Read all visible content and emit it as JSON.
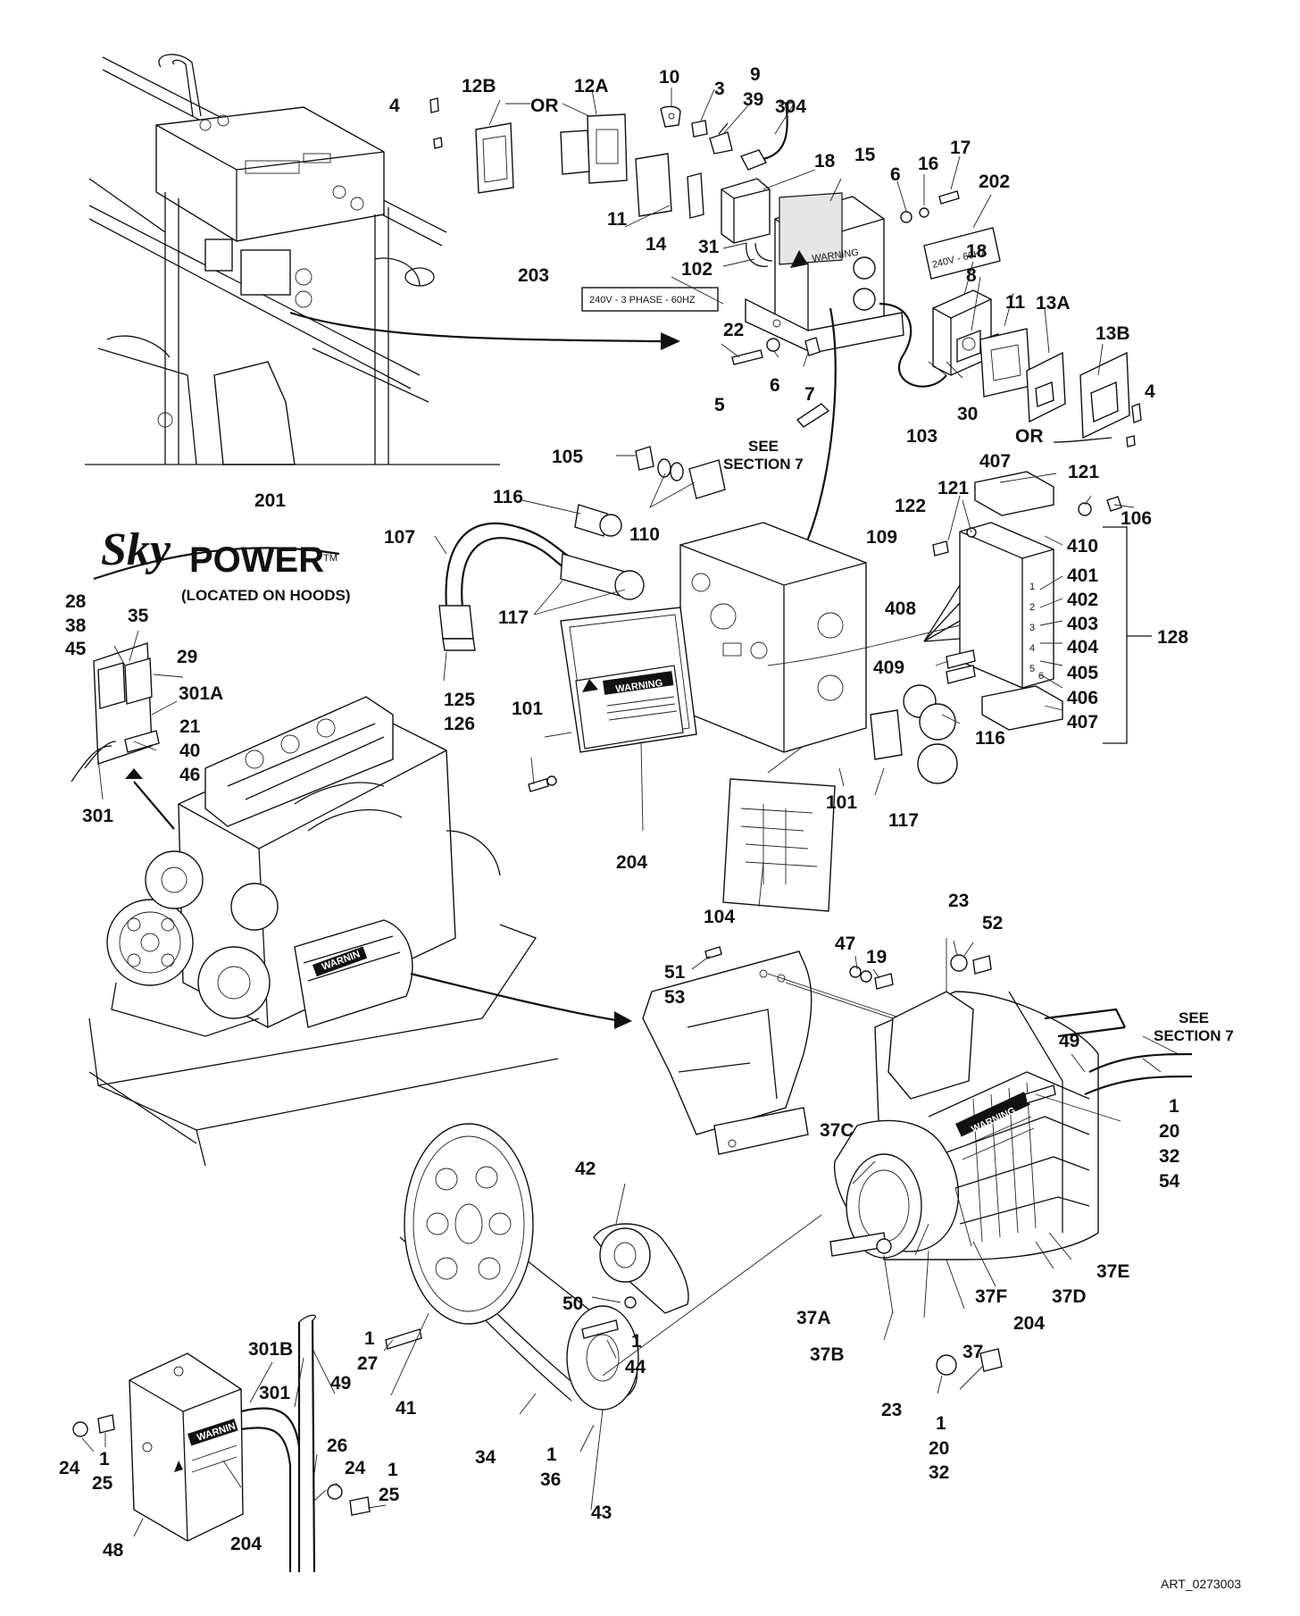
{
  "callouts": {
    "c4a": "4",
    "c12b": "12B",
    "or1": "OR",
    "c12a": "12A",
    "c10": "10",
    "c3": "3",
    "c9": "9",
    "c39": "39",
    "c304": "304",
    "c18a": "18",
    "c15": "15",
    "c6a": "6",
    "c16": "16",
    "c17": "17",
    "c202": "202",
    "c11a": "11",
    "c14": "14",
    "c31": "31",
    "c102": "102",
    "c203": "203",
    "c18b": "18",
    "c8": "8",
    "c11b": "11",
    "c13a": "13A",
    "c13b": "13B",
    "c22": "22",
    "c5": "5",
    "c6b": "6",
    "c7": "7",
    "c30": "30",
    "c103": "103",
    "or2": "OR",
    "c4b": "4",
    "see1": "SEE",
    "sec1": "SECTION 7",
    "c105": "105",
    "c110": "110",
    "c116a": "116",
    "c107": "107",
    "c117a": "117",
    "c201": "201",
    "c407a": "407",
    "c121a": "121",
    "c106": "106",
    "c122": "122",
    "c121b": "121",
    "c109": "109",
    "c410": "410",
    "c401": "401",
    "c402": "402",
    "c403": "403",
    "c404": "404",
    "c128": "128",
    "c408": "408",
    "c405": "405",
    "c409": "409",
    "c406": "406",
    "c407b": "407",
    "c28": "28",
    "c38": "38",
    "c45": "45",
    "c35": "35",
    "c29": "29",
    "c301a": "301A",
    "c21": "21",
    "c40": "40",
    "c46": "46",
    "c301": "301",
    "c125": "125",
    "c126": "126",
    "c101a": "101",
    "c116b": "116",
    "c101b": "101",
    "c117b": "117",
    "c204a": "204",
    "c104": "104",
    "c23a": "23",
    "c52": "52",
    "c47": "47",
    "c19": "19",
    "c51": "51",
    "c53": "53",
    "see2": "SEE",
    "sec2": "SECTION 7",
    "c49a": "49",
    "c1a": "1",
    "c20a": "20",
    "c32a": "32",
    "c54": "54",
    "c37c": "37C",
    "c42": "42",
    "c37e": "37E",
    "c37f": "37F",
    "c37d": "37D",
    "c204b": "204",
    "c50": "50",
    "c1b": "1",
    "c27": "27",
    "c1c": "1",
    "c44": "44",
    "c37a": "37A",
    "c37": "37",
    "c37b": "37B",
    "c301b": "301B",
    "c301c": "301",
    "c49b": "49",
    "c41": "41",
    "c23b": "23",
    "c1d": "1",
    "c20b": "20",
    "c32b": "32",
    "c24a": "24",
    "c1e": "1",
    "c25a": "25",
    "c26": "26",
    "c24b": "24",
    "c1f": "1",
    "c25b": "25",
    "c34": "34",
    "c1g": "1",
    "c36": "36",
    "c43": "43",
    "c48": "48",
    "c204c": "204"
  },
  "labels": {
    "voltage_1ph": "240V - 60HZ",
    "voltage_3ph": "240V - 3 PHASE - 60HZ",
    "warning": "WARNING",
    "warning_trunc": "WARNIN",
    "logo_sky": "Sky",
    "logo_power": "POWER",
    "logo_tm": "TM",
    "logo_note": "(LOCATED ON HOODS)",
    "terminals": [
      "1",
      "2",
      "3",
      "4",
      "5",
      "6"
    ]
  },
  "footer": {
    "art_id": "ART_0273003"
  }
}
